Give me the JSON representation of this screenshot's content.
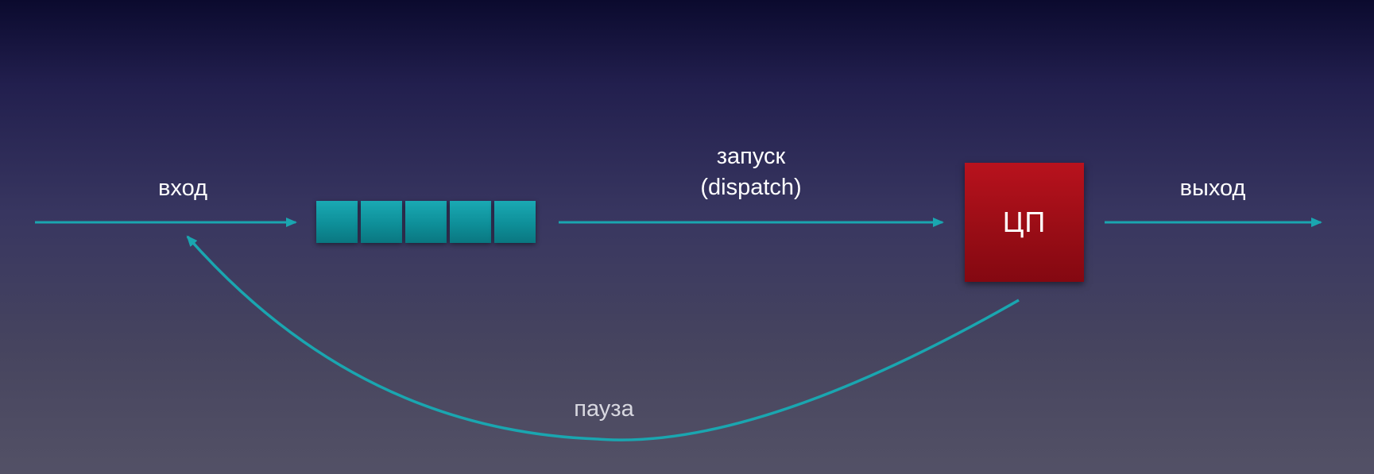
{
  "labels": {
    "input": "вход",
    "dispatch_line1": "запуск",
    "dispatch_line2": "(dispatch)",
    "output": "выход",
    "pause": "пауза"
  },
  "cpu": {
    "label": "ЦП"
  },
  "queue": {
    "cell_count": 5
  },
  "colors": {
    "arrow": "#1aa6b0",
    "queue_cell": "#109aa4",
    "cpu": "#a30f19",
    "text": "#ffffff",
    "muted_text": "#d8d8e0"
  }
}
